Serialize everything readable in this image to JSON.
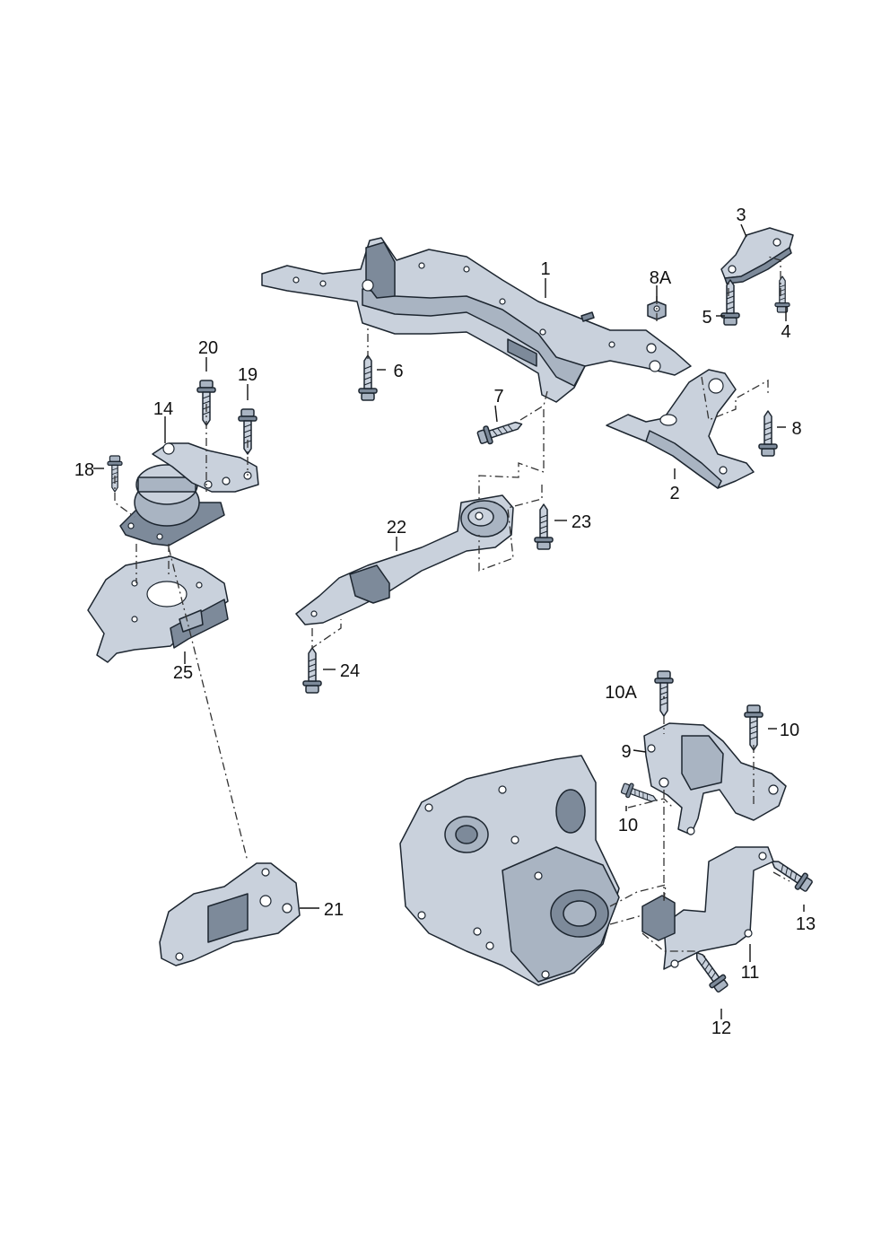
{
  "labels": {
    "l1": "1",
    "l2": "2",
    "l3": "3",
    "l4": "4",
    "l5": "5",
    "l6": "6",
    "l7": "7",
    "l8": "8",
    "l8a": "8A",
    "l9": "9",
    "l10": "10",
    "l10b": "10",
    "l10a": "10A",
    "l11": "11",
    "l12": "12",
    "l13": "13",
    "l14": "14",
    "l18": "18",
    "l19": "19",
    "l20": "20",
    "l21": "21",
    "l22": "22",
    "l23": "23",
    "l24": "24",
    "l25": "25"
  },
  "colors": {
    "part_light": "#c9d1dc",
    "part_mid": "#a9b4c2",
    "part_dark": "#7d8a9a",
    "outline": "#1d2630"
  }
}
